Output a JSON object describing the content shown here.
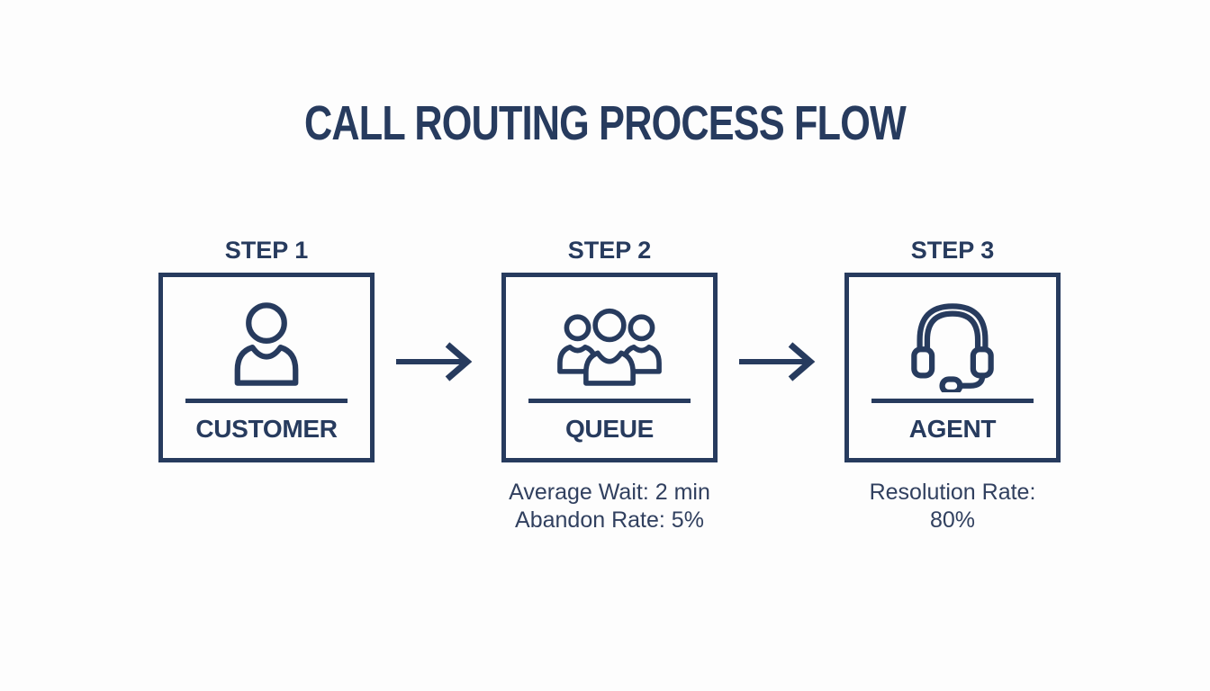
{
  "title": "CALL ROUTING PROCESS FLOW",
  "colors": {
    "navy": "#273b5e",
    "background": "#fdfdfd",
    "annotation_text": "#31405f"
  },
  "steps": [
    {
      "step_label": "STEP 1",
      "box_label": "CUSTOMER",
      "icon": "person-icon",
      "annotation_lines": []
    },
    {
      "step_label": "STEP 2",
      "box_label": "QUEUE",
      "icon": "people-group-icon",
      "annotation_lines": [
        "Average Wait: 2 min",
        "Abandon Rate: 5%"
      ]
    },
    {
      "step_label": "STEP 3",
      "box_label": "AGENT",
      "icon": "headset-icon",
      "annotation_lines": [
        "Resolution Rate:",
        "80%"
      ]
    }
  ],
  "arrows": [
    "flow-arrow-1",
    "flow-arrow-2"
  ]
}
